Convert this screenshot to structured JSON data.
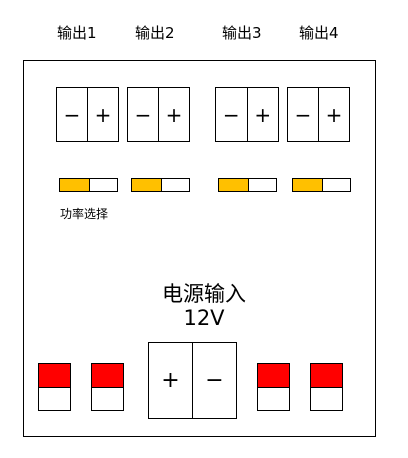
{
  "outputs": [
    {
      "label": "输出1",
      "minus": "−",
      "plus": "+"
    },
    {
      "label": "输出2",
      "minus": "−",
      "plus": "+"
    },
    {
      "label": "输出3",
      "minus": "−",
      "plus": "+"
    },
    {
      "label": "输出4",
      "minus": "−",
      "plus": "+"
    }
  ],
  "power_select": {
    "label": "功率选择"
  },
  "power_input": {
    "title": "电源输入",
    "voltage": "12V",
    "plus": "+",
    "minus": "−"
  },
  "colors": {
    "switch_on": "#ffc000",
    "dip_top": "#ff0000",
    "border": "#000000"
  }
}
